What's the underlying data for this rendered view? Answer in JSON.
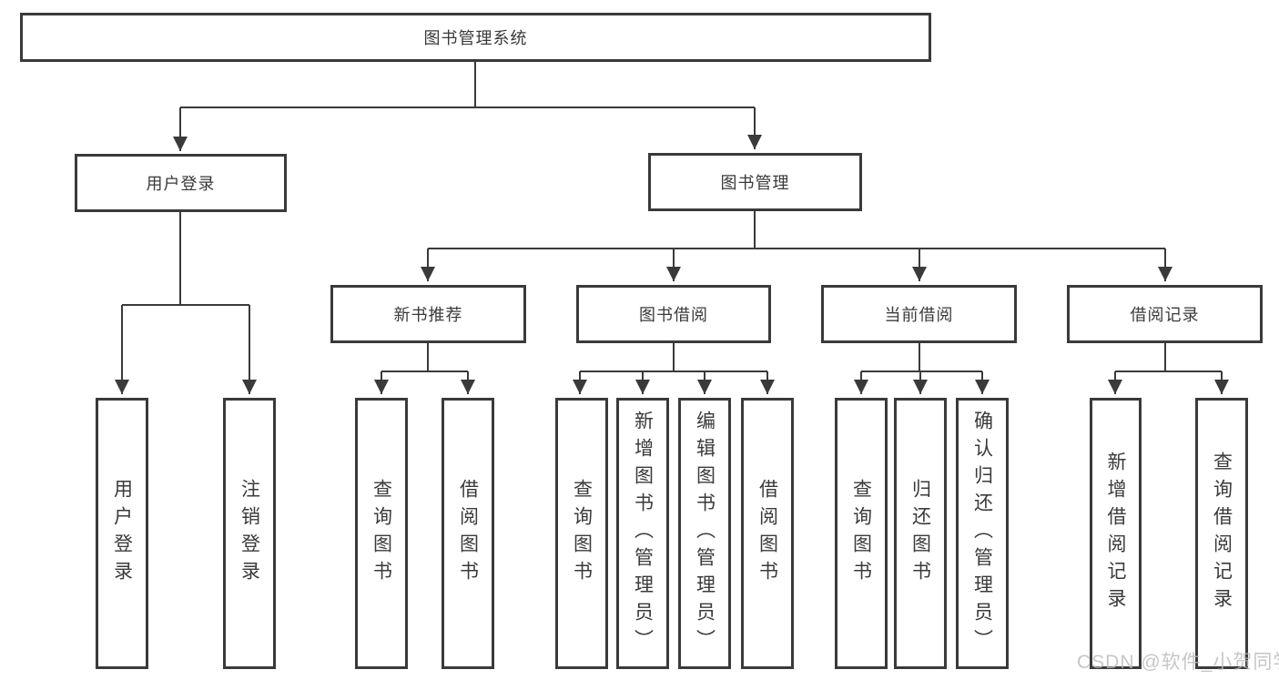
{
  "diagram": {
    "root": {
      "label": "图书管理系统"
    },
    "level2": [
      {
        "label": "用户登录"
      },
      {
        "label": "图书管理"
      }
    ],
    "level3": [
      {
        "label": "新书推荐"
      },
      {
        "label": "图书借阅"
      },
      {
        "label": "当前借阅"
      },
      {
        "label": "借阅记录"
      }
    ],
    "level4": [
      {
        "label": "用户登录"
      },
      {
        "label": "注销登录"
      },
      {
        "label": "查询图书"
      },
      {
        "label": "借阅图书"
      },
      {
        "label": "查询图书"
      },
      {
        "label": "新增图书（管理员）"
      },
      {
        "label": "编辑图书（管理员）"
      },
      {
        "label": "借阅图书"
      },
      {
        "label": "查询图书"
      },
      {
        "label": "归还图书"
      },
      {
        "label": "确认归还（管理员）"
      },
      {
        "label": "新增借阅记录"
      },
      {
        "label": "查询借阅记录"
      }
    ]
  },
  "watermark": {
    "text": "CSDN @软件_小贺同学"
  },
  "colors": {
    "line": "#3a3a3a",
    "text": "#3a3a3a",
    "box_fill": "#ffffff",
    "watermark": "#b9b9b9",
    "background": "#ffffff"
  }
}
